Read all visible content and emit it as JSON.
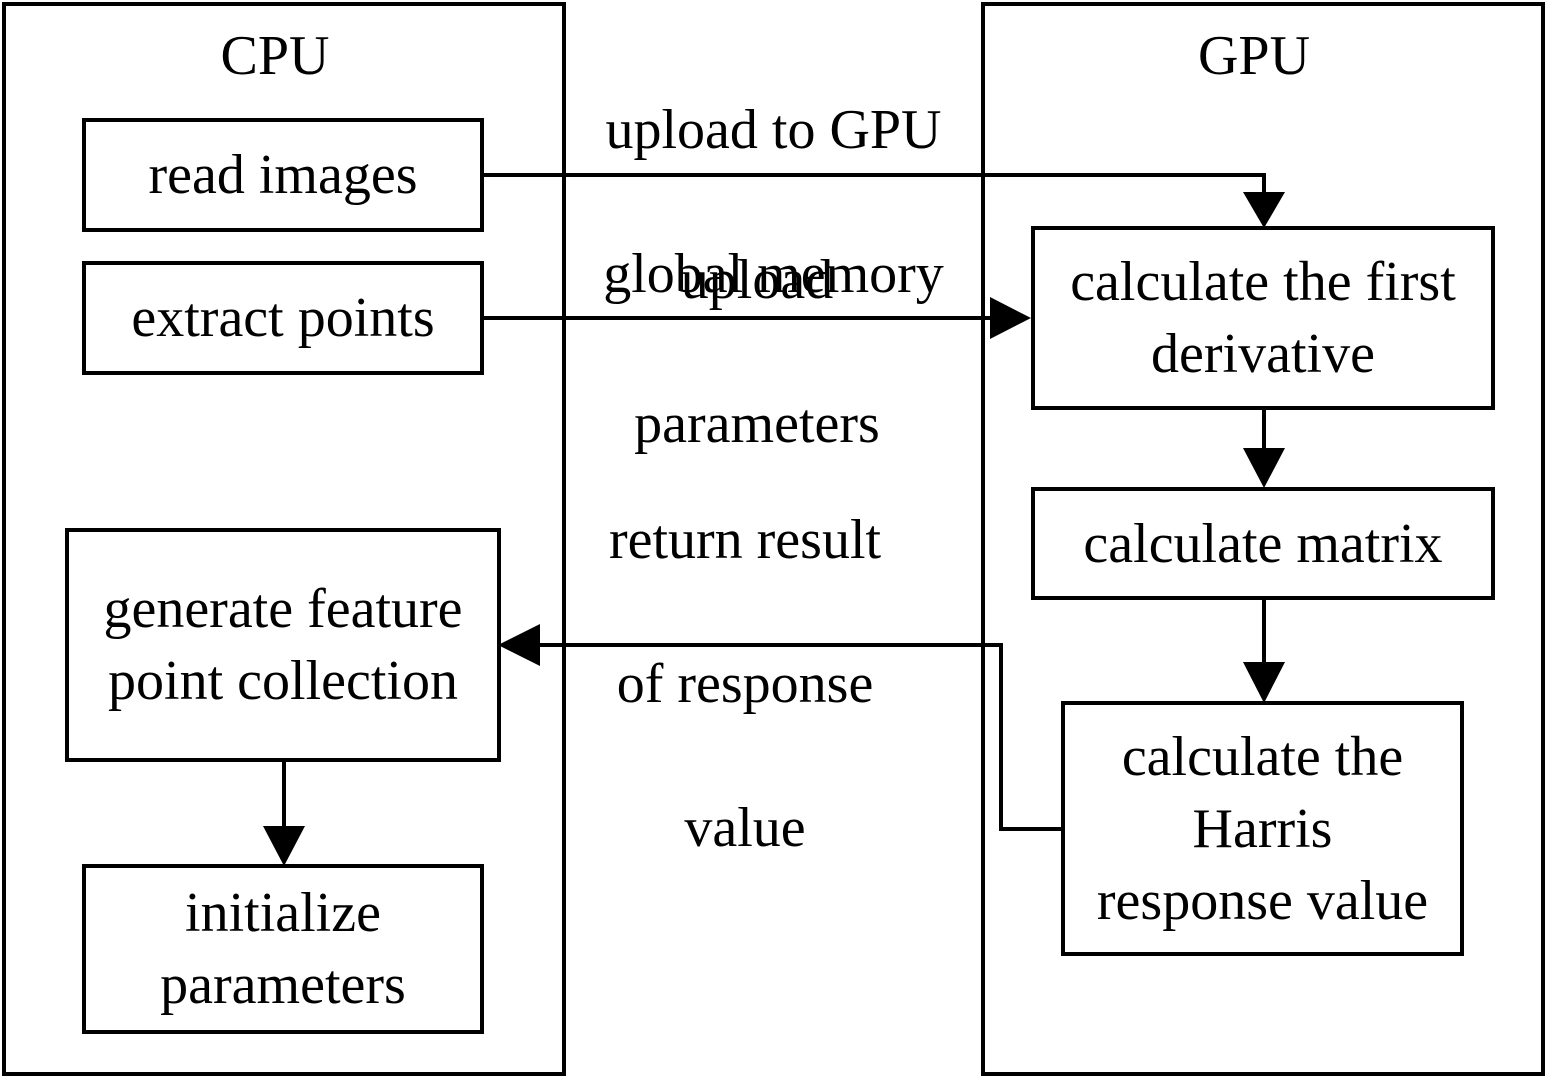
{
  "cpu": {
    "title": "CPU",
    "read_images": "read images",
    "extract_points": "extract points",
    "generate": [
      "generate feature",
      "point collection"
    ],
    "initialize": [
      "initialize",
      "parameters"
    ]
  },
  "gpu": {
    "title": "GPU",
    "first_derivative": [
      "calculate the first",
      "derivative"
    ],
    "matrix": "calculate matrix",
    "harris": [
      "calculate the",
      "Harris",
      "response value"
    ]
  },
  "arrows": {
    "upload_memory": [
      "upload to GPU",
      "global memory"
    ],
    "upload_params": [
      "upload",
      "parameters"
    ],
    "return_result": [
      "return result",
      "of response",
      "value"
    ]
  }
}
